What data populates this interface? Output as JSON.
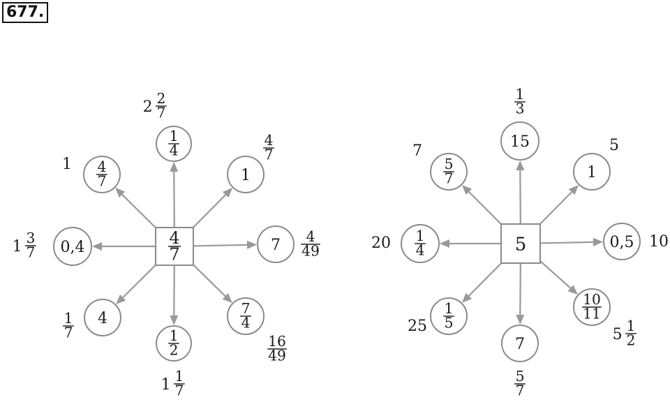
{
  "problem_number": "677.",
  "diagram_left": {
    "center": {
      "whole": "",
      "num": "4",
      "den": "7"
    },
    "items": [
      {
        "dir": "n",
        "circle": {
          "whole": "",
          "num": "1",
          "den": "4"
        },
        "answer": {
          "whole": "2",
          "num": "2",
          "den": "7"
        }
      },
      {
        "dir": "ne",
        "circle": {
          "whole": "1",
          "num": "",
          "den": ""
        },
        "answer": {
          "whole": "",
          "num": "4",
          "den": "7"
        }
      },
      {
        "dir": "e",
        "circle": {
          "whole": "7",
          "num": "",
          "den": ""
        },
        "answer": {
          "whole": "",
          "num": "4",
          "den": "49"
        }
      },
      {
        "dir": "se",
        "circle": {
          "whole": "",
          "num": "7",
          "den": "4"
        },
        "answer": {
          "whole": "",
          "num": "16",
          "den": "49"
        }
      },
      {
        "dir": "s",
        "circle": {
          "whole": "",
          "num": "1",
          "den": "2"
        },
        "answer": {
          "whole": "1",
          "num": "1",
          "den": "7"
        }
      },
      {
        "dir": "sw",
        "circle": {
          "whole": "4",
          "num": "",
          "den": ""
        },
        "answer": {
          "whole": "",
          "num": "1",
          "den": "7"
        }
      },
      {
        "dir": "w",
        "circle": {
          "whole": "0,4",
          "num": "",
          "den": ""
        },
        "answer": {
          "whole": "1",
          "num": "3",
          "den": "7"
        }
      },
      {
        "dir": "nw",
        "circle": {
          "whole": "",
          "num": "4",
          "den": "7"
        },
        "answer": {
          "whole": "1",
          "num": "",
          "den": ""
        }
      }
    ]
  },
  "diagram_right": {
    "center": {
      "whole": "5",
      "num": "",
      "den": ""
    },
    "items": [
      {
        "dir": "n",
        "circle": {
          "whole": "15",
          "num": "",
          "den": ""
        },
        "answer": {
          "whole": "",
          "num": "1",
          "den": "3"
        }
      },
      {
        "dir": "ne",
        "circle": {
          "whole": "1",
          "num": "",
          "den": ""
        },
        "answer": {
          "whole": "5",
          "num": "",
          "den": ""
        }
      },
      {
        "dir": "e",
        "circle": {
          "whole": "0,5",
          "num": "",
          "den": ""
        },
        "answer": {
          "whole": "10",
          "num": "",
          "den": ""
        }
      },
      {
        "dir": "se",
        "circle": {
          "whole": "",
          "num": "10",
          "den": "11"
        },
        "answer": {
          "whole": "5",
          "num": "1",
          "den": "2"
        }
      },
      {
        "dir": "s",
        "circle": {
          "whole": "7",
          "num": "",
          "den": ""
        },
        "answer": {
          "whole": "",
          "num": "5",
          "den": "7"
        }
      },
      {
        "dir": "sw",
        "circle": {
          "whole": "",
          "num": "1",
          "den": "5"
        },
        "answer": {
          "whole": "25",
          "num": "",
          "den": ""
        }
      },
      {
        "dir": "w",
        "circle": {
          "whole": "",
          "num": "1",
          "den": "4"
        },
        "answer": {
          "whole": "20",
          "num": "",
          "den": ""
        }
      },
      {
        "dir": "nw",
        "circle": {
          "whole": "",
          "num": "5",
          "den": "7"
        },
        "answer": {
          "whole": "7",
          "num": "",
          "den": ""
        }
      }
    ]
  },
  "colors": {
    "arrow": "#999999",
    "circle_stroke": "#8a8a8a",
    "text": "#1a1a1a"
  }
}
